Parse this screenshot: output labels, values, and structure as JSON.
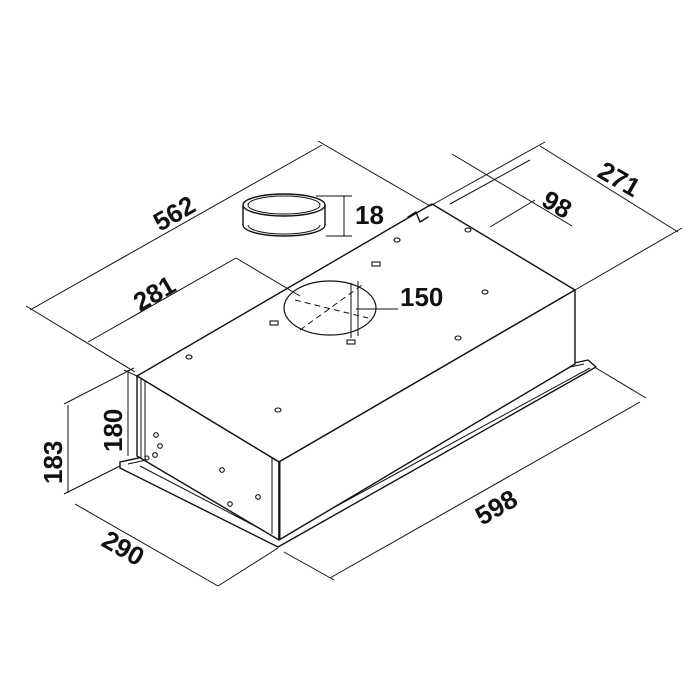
{
  "dimensions": {
    "overall_length_top": "562",
    "overall_depth_top": "271",
    "duct_offset_depth": "98",
    "collar_height": "18",
    "duct_offset_length": "281",
    "duct_diameter": "150",
    "body_height": "180",
    "total_height": "183",
    "front_width": "290",
    "overall_length_bottom": "598"
  },
  "colors": {
    "line": "#111111",
    "background": "#ffffff"
  }
}
